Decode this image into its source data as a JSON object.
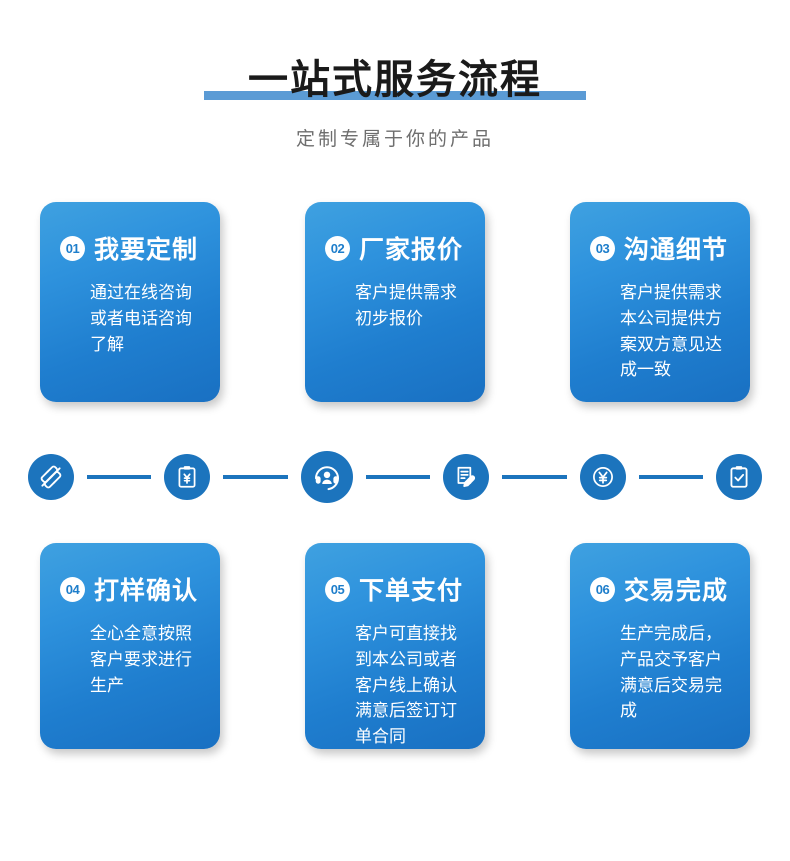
{
  "header": {
    "title": "一站式服务流程",
    "subtitle": "定制专属于你的产品"
  },
  "colors": {
    "accent": "#1c74bd",
    "underline": "#5b9bd5",
    "card_gradient_top": "#3fa1e0",
    "card_gradient_bottom": "#1970c2",
    "subtitle_text": "#6e6e6e",
    "title_text": "#1a1a1a"
  },
  "steps_top": [
    {
      "number": "01",
      "title": "我要定制",
      "body": "通过在线咨询或者电话咨询了解"
    },
    {
      "number": "02",
      "title": "厂家报价",
      "body": "客户提供需求初步报价"
    },
    {
      "number": "03",
      "title": "沟通细节",
      "body": "客户提供需求本公司提供方案双方意见达成一致"
    }
  ],
  "steps_bottom": [
    {
      "number": "04",
      "title": "打样确认",
      "body": "全心全意按照客户要求进行生产"
    },
    {
      "number": "05",
      "title": "下单支付",
      "body": "客户可直接找到本公司或者客户线上确认满意后签订订单合同"
    },
    {
      "number": "06",
      "title": "交易完成",
      "body": "生产完成后，产品交予客户满意后交易完成"
    }
  ],
  "icon_strip": [
    {
      "icon": "design-pen-ruler-icon"
    },
    {
      "icon": "clipboard-yen-quote-icon"
    },
    {
      "icon": "headset-support-icon"
    },
    {
      "icon": "contract-sign-icon"
    },
    {
      "icon": "yen-circle-payment-icon"
    },
    {
      "icon": "clipboard-check-icon"
    }
  ]
}
